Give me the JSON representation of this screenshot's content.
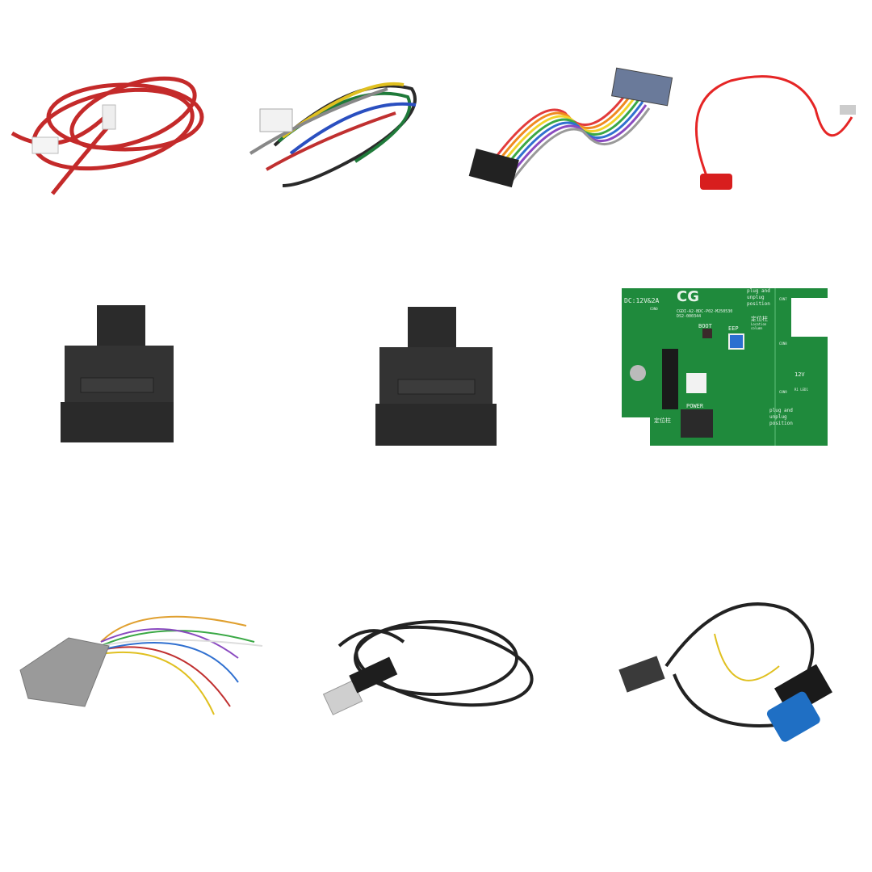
{
  "items": [
    {
      "name": "red-wire-harness"
    },
    {
      "name": "multicolor-wire-harness"
    },
    {
      "name": "rainbow-ribbon-db15-cable"
    },
    {
      "name": "red-fuse-wire"
    },
    {
      "name": "obd-adapter-1"
    },
    {
      "name": "obd-adapter-2"
    },
    {
      "name": "green-pcb-board"
    },
    {
      "name": "db15-flying-lead-cable"
    },
    {
      "name": "usb-mini-cable"
    },
    {
      "name": "obd-main-cable"
    }
  ],
  "pcb": {
    "logo": "CG",
    "power_rating": "DC:12V&2A",
    "model_code": "CGDI-A2-BDC-P02-M250530",
    "serial": "DS2-000344",
    "boot_label": "BOOT",
    "eep_label": "EEP",
    "power_label": "POWER",
    "plug_label": "plug and\nunplug\nposition",
    "location_label": "定位柱",
    "location_sub": "Location\ncolumn",
    "voltage_label": "12V",
    "led_label": "R1 LED1",
    "con_labels": [
      "CON7",
      "CON8",
      "CON9",
      "CON0"
    ]
  },
  "colors": {
    "pcb_green": "#1f8a3c",
    "red_wire": "#c42a2a",
    "connector_black": "#2e2e2e",
    "obd_blue": "#1f6fc4"
  }
}
